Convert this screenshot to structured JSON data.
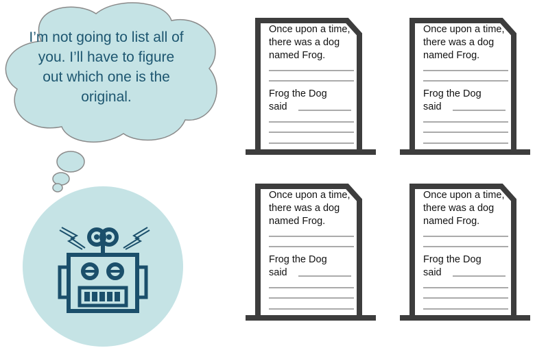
{
  "thought_bubble": {
    "text": "I’m not going to list all of you. I’ll have to figure out which one is the original."
  },
  "documents": [
    {
      "line1": "Once upon a time, there was a dog named Frog.",
      "line2": "Frog the Dog",
      "line3": "said"
    },
    {
      "line1": "Once upon a time, there was a dog named Frog.",
      "line2": "Frog the Dog",
      "line3": "said"
    },
    {
      "line1": "Once upon a time, there was a dog named Frog.",
      "line2": "Frog the Dog",
      "line3": "said"
    },
    {
      "line1": "Once upon a time, there was a dog named Frog.",
      "line2": "Frog the Dog",
      "line3": "said"
    }
  ],
  "colors": {
    "bubble": "#c5e3e5",
    "robot": "#1b4f6b",
    "doc_border": "#3d3d3d",
    "text": "#1d5670"
  }
}
